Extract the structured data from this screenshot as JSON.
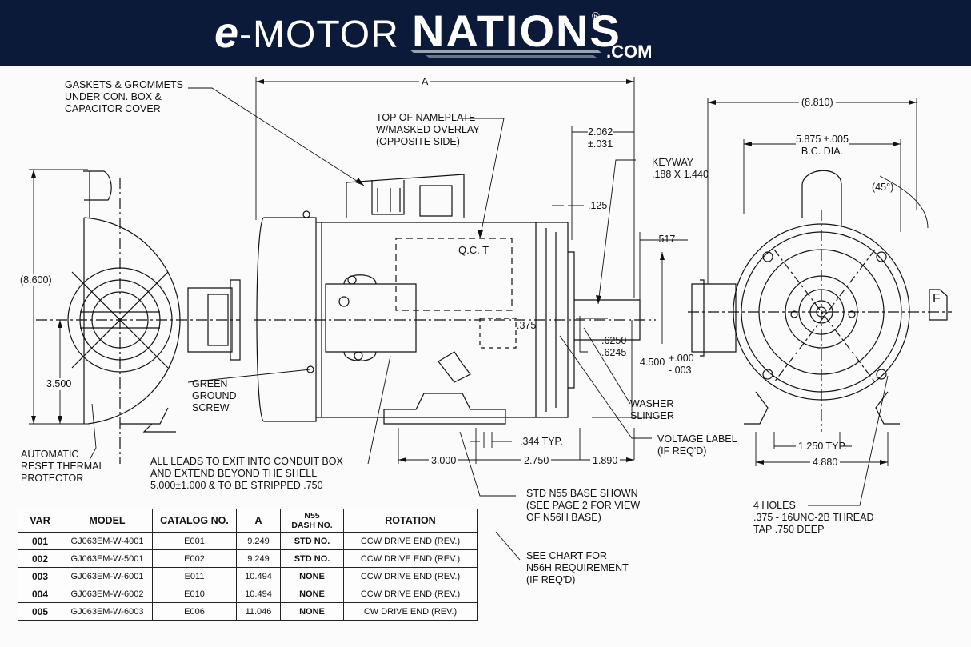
{
  "brand": {
    "e": "e",
    "motor": "-MOTOR",
    "nations": "NATIONS",
    "reg": "®",
    "dotcom": ".COM"
  },
  "callouts": {
    "gaskets": "GASKETS & GROMMETS\nUNDER CON. BOX &\nCAPACITOR COVER",
    "nameplate": "TOP OF NAMEPLATE\nW/MASKED OVERLAY\n(OPPOSITE SIDE)",
    "keyway": "KEYWAY\n.188 X 1.440",
    "qct": "Q.C. T",
    "green_ground": "GREEN\nGROUND\nSCREW",
    "washer": "WASHER\nSLINGER",
    "voltage_label": "VOLTAGE LABEL\n(IF REQ'D)",
    "auto_reset": "AUTOMATIC\nRESET THERMAL\nPROTECTOR",
    "leads": "ALL LEADS TO EXIT INTO CONDUIT BOX\nAND EXTEND BEYOND THE SHELL\n5.000±1.000 & TO BE STRIPPED .750",
    "base": "STD N55 BASE SHOWN\n(SEE PAGE 2 FOR VIEW\nOF N56H BASE)",
    "see_chart": "SEE CHART FOR\nN56H REQUIREMENT\n(IF REQ'D)",
    "holes": "4 HOLES\n.375 - 16UNC-2B THREAD\nTAP .750 DEEP",
    "f_mark": "F"
  },
  "dimensions": {
    "A": "A",
    "d8810": "(8.810)",
    "bc": "5.875 ±.005\nB.C. DIA.",
    "d2062": "2.062\n±.031",
    "d45": "(45°)",
    "d125": ".125",
    "d517": ".517",
    "d8600": "(8.600)",
    "d375": ".375",
    "shaft": ".6250\n.6245",
    "d4500": "4.500",
    "tol4500": "+.000\n-.003",
    "d3500": "3.500",
    "d344": ".344 TYP.",
    "d3000": "3.000",
    "d2750": "2.750",
    "d1890": "1.890",
    "d1250": "1.250 TYP.",
    "d4880": "4.880"
  },
  "table": {
    "headers": [
      "VAR",
      "MODEL",
      "CATALOG NO.",
      "A",
      "N55\nDASH NO.",
      "ROTATION"
    ],
    "rows": [
      [
        "001",
        "GJ063EM-W-4001",
        "E001",
        "9.249",
        "STD NO.",
        "CCW DRIVE END (REV.)"
      ],
      [
        "002",
        "GJ063EM-W-5001",
        "E002",
        "9.249",
        "STD NO.",
        "CCW DRIVE END (REV.)"
      ],
      [
        "003",
        "GJ063EM-W-6001",
        "E011",
        "10.494",
        "NONE",
        "CCW DRIVE END (REV.)"
      ],
      [
        "004",
        "GJ063EM-W-6002",
        "E010",
        "10.494",
        "NONE",
        "CCW DRIVE END (REV.)"
      ],
      [
        "005",
        "GJ063EM-W-6003",
        "E006",
        "11.046",
        "NONE",
        "CW DRIVE END (REV.)"
      ]
    ]
  }
}
